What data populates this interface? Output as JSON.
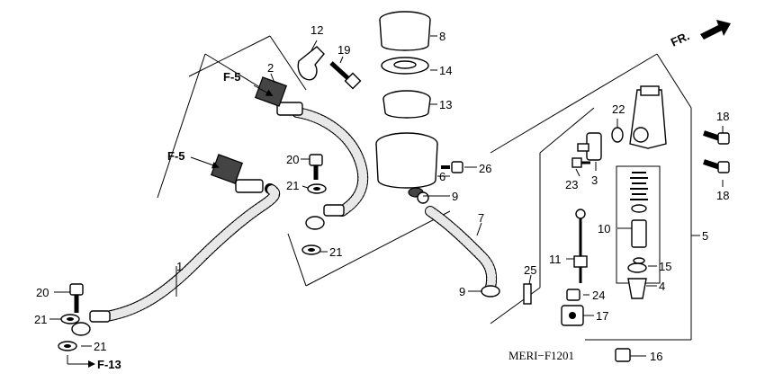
{
  "diagram": {
    "code": "MERI−F1201",
    "front_label": "FR.",
    "refs": {
      "f5_top": "F-5",
      "f5_left": "F-5",
      "f13": "F-13"
    },
    "labels": {
      "p1": "1",
      "p2": "2",
      "p3": "3",
      "p4": "4",
      "p5": "5",
      "p6": "6",
      "p7": "7",
      "p8": "8",
      "p9a": "9",
      "p9b": "9",
      "p10": "10",
      "p11": "11",
      "p12": "12",
      "p13": "13",
      "p14": "14",
      "p15": "15",
      "p16": "16",
      "p17": "17",
      "p18a": "18",
      "p18b": "18",
      "p19": "19",
      "p20a": "20",
      "p20b": "20",
      "p21a": "21",
      "p21b": "21",
      "p21c": "21",
      "p21d": "21",
      "p22": "22",
      "p23": "23",
      "p24": "24",
      "p25": "25",
      "p26": "26"
    }
  }
}
